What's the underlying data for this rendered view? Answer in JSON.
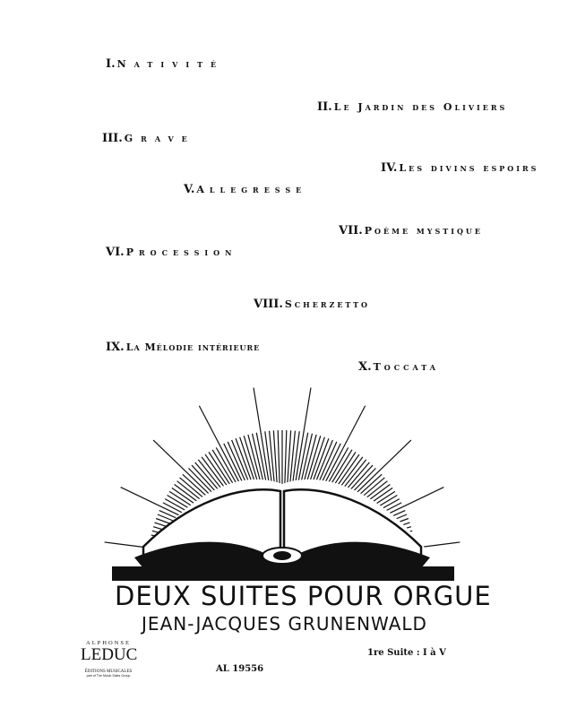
{
  "movements": [
    {
      "num": "I.",
      "title": "Nativité"
    },
    {
      "num": "II.",
      "title": "Le Jardin des Oliviers"
    },
    {
      "num": "III.",
      "title": "Grave"
    },
    {
      "num": "IV.",
      "title": "Les divins espoirs"
    },
    {
      "num": "V.",
      "title": "Allegresse"
    },
    {
      "num": "VII.",
      "title": "Poème mystique"
    },
    {
      "num": "VI.",
      "title": "Procession"
    },
    {
      "num": "VIII.",
      "title": "Scherzetto"
    },
    {
      "num": "IX.",
      "title": "La Mélodie intérieure"
    },
    {
      "num": "X.",
      "title": "Toccata"
    }
  ],
  "title": "DEUX SUITES POUR ORGUE",
  "composer": "JEAN-JACQUES GRUNENWALD",
  "publisher": {
    "line1": "ALPHONSE",
    "line2": "LEDUC",
    "line3": "ÉDITIONS MUSICALES",
    "line4": "part of The Music Sales Group"
  },
  "catalog": "AL 19556",
  "suite_note": "1re Suite : I à V"
}
